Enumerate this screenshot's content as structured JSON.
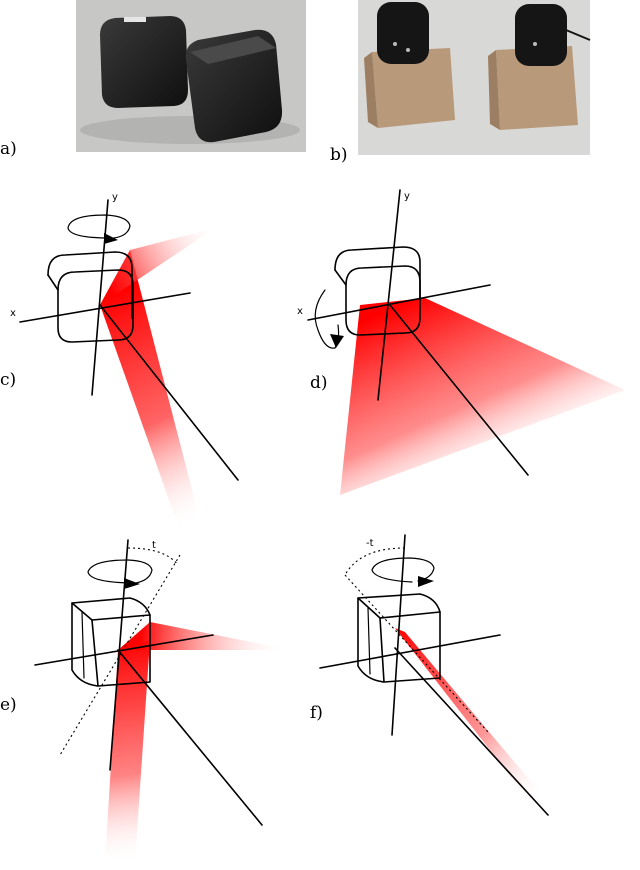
{
  "panels": {
    "a": {
      "label": "a)"
    },
    "b": {
      "label": "b)"
    },
    "c": {
      "label": "c)",
      "axis_x": "x",
      "axis_y": "y"
    },
    "d": {
      "label": "d)",
      "axis_x": "x",
      "axis_y": "y"
    },
    "e": {
      "label": "e)",
      "angle": "t"
    },
    "f": {
      "label": "f)",
      "angle": "-t"
    }
  },
  "colors": {
    "beam": "#ff0000",
    "photo_a_bg": "#c7c7c5",
    "photo_b_bg": "#d8d8d6",
    "cube": "#1c1c1c",
    "box": "#b8997a"
  }
}
